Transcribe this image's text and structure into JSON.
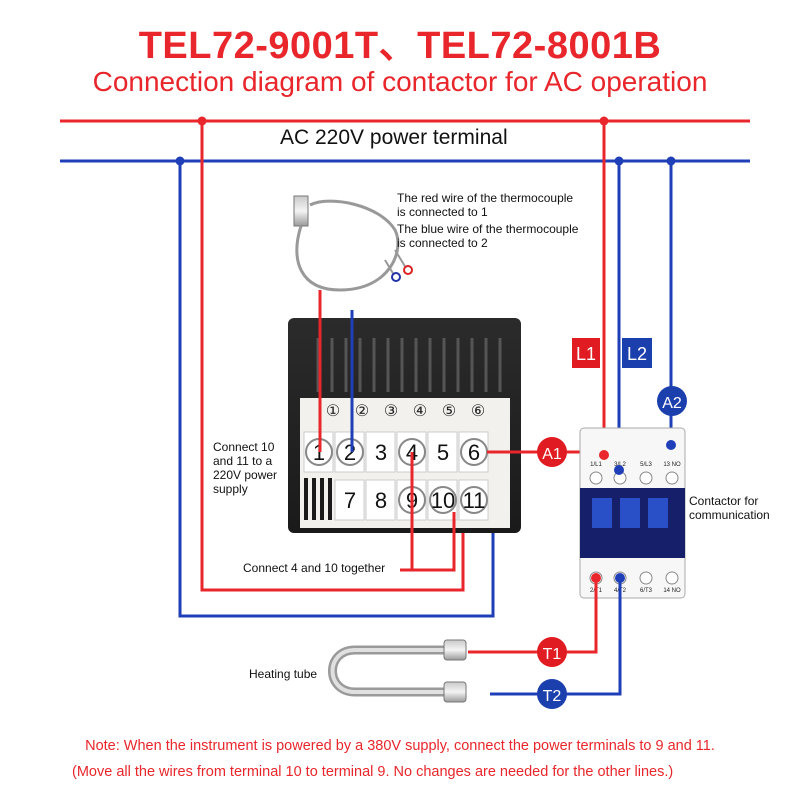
{
  "title": "TEL72-9001T、TEL72-8001B",
  "subtitle": "Connection diagram of contactor for AC operation",
  "power_terminal_label": "AC 220V power terminal",
  "thermocouple_note_red_1": "The red wire of the thermocouple",
  "thermocouple_note_red_2": "is connected to 1",
  "thermocouple_note_blue_1": "The blue wire of the thermocouple",
  "thermocouple_note_blue_2": "is connected to 2",
  "connect_power_note_1": "Connect 10",
  "connect_power_note_2": "and 11 to a",
  "connect_power_note_3": "220V power",
  "connect_power_note_4": "supply",
  "connect_4_10_note": "Connect 4 and 10 together",
  "contactor_note_1": "Contactor for",
  "contactor_note_2": "communication",
  "heating_tube_label": "Heating tube",
  "top_terminal_circles": [
    "①",
    "②",
    "③",
    "④",
    "⑤",
    "⑥"
  ],
  "upper_terminals": [
    "1",
    "2",
    "3",
    "4",
    "5",
    "6"
  ],
  "lower_terminals": [
    "7",
    "8",
    "9",
    "10",
    "11"
  ],
  "badges": {
    "L1": "L1",
    "L2": "L2",
    "A1": "A1",
    "A2": "A2",
    "T1": "T1",
    "T2": "T2"
  },
  "contactor_top_labels": [
    "1/L1",
    "3/L2",
    "5/L3",
    "13 NO"
  ],
  "contactor_bottom_labels": [
    "2/T1",
    "4/T2",
    "6/T3",
    "14 NO"
  ],
  "note_line_1": "Note: When the instrument is powered by a 380V supply, connect the power terminals to 9 and 11.",
  "note_line_2": "(Move all the wires from terminal 10 to terminal 9. No changes are needed for the other lines.)",
  "colors": {
    "red": "#e8262b",
    "blue": "#1f3fb8",
    "badge_red": "#e11b22",
    "badge_blue": "#1c3fae"
  }
}
